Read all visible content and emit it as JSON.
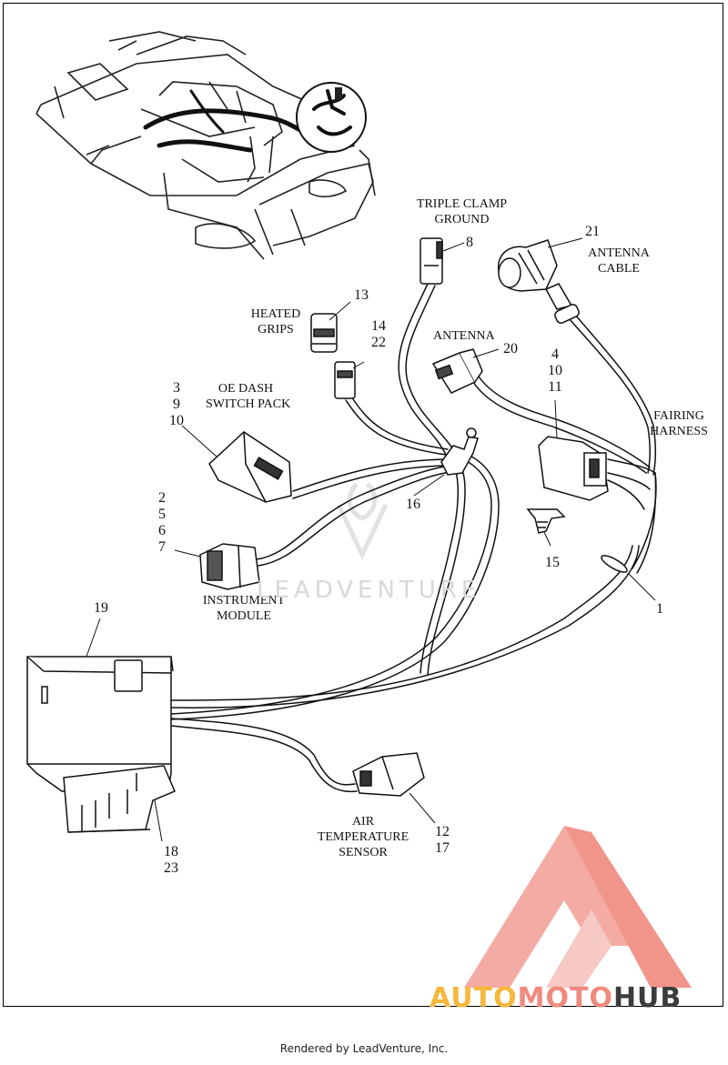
{
  "labels": {
    "triple_clamp_ground": [
      "TRIPLE CLAMP",
      "GROUND"
    ],
    "antenna_cable": [
      "ANTENNA",
      "CABLE"
    ],
    "heated_grips": [
      "HEATED",
      "GRIPS"
    ],
    "antenna": "ANTENNA",
    "oe_dash_switch_pack": [
      "OE DASH",
      "SWITCH PACK"
    ],
    "fairing_harness": [
      "FAIRING",
      "HARNESS"
    ],
    "instrument_module": [
      "INSTRUMENT",
      "MODULE"
    ],
    "air_temperature_sensor": [
      "AIR",
      "TEMPERATURE",
      "SENSOR"
    ]
  },
  "callouts": {
    "c8": "8",
    "c21": "21",
    "c13": "13",
    "c14_22": [
      "14",
      "22"
    ],
    "c20": "20",
    "c4_10_11": [
      "4",
      "10",
      "11"
    ],
    "c3_9_10": [
      "3",
      "9",
      "10"
    ],
    "c16": "16",
    "c2_5_6_7": [
      "2",
      "5",
      "6",
      "7"
    ],
    "c15": "15",
    "c1": "1",
    "c19": "19",
    "c18_23": [
      "18",
      "23"
    ],
    "c12_17": [
      "12",
      "17"
    ]
  },
  "watermark": {
    "leadventure": "LEADVENTURE"
  },
  "logo": {
    "part1": "AUTO",
    "part2": "MOTO",
    "part3": "HUB",
    "colors": {
      "auto": "#f6b73c",
      "moto": "#f08a7e",
      "hub": "#3c3c3c",
      "triangle": "#f2a39b"
    }
  },
  "footer": "Rendered by LeadVenture, Inc."
}
